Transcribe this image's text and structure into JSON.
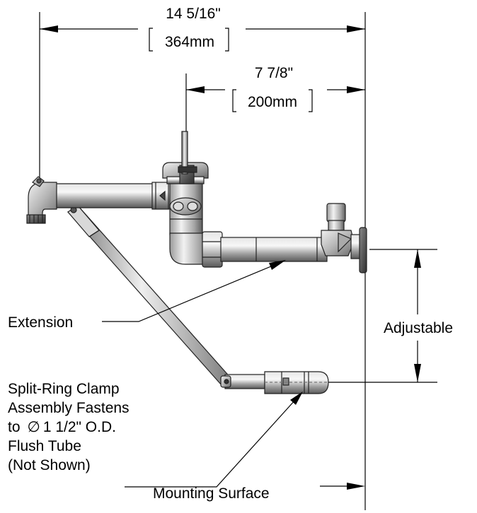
{
  "dimensions": {
    "overall": {
      "imperial": "14 5/16\"",
      "metric": "364mm"
    },
    "valve": {
      "imperial": "7 7/8\"",
      "metric": "200mm"
    },
    "vertical": {
      "label": "Adjustable"
    }
  },
  "callouts": {
    "extension": "Extension",
    "clamp": {
      "line1": "Split-Ring Clamp",
      "line2": "Assembly Fastens",
      "line3": "to",
      "line3_symbol": "∅",
      "line3_value": "1 1/2\" O.D.",
      "line4": "Flush Tube",
      "line5": "(Not Shown)"
    },
    "mounting": "Mounting Surface"
  }
}
